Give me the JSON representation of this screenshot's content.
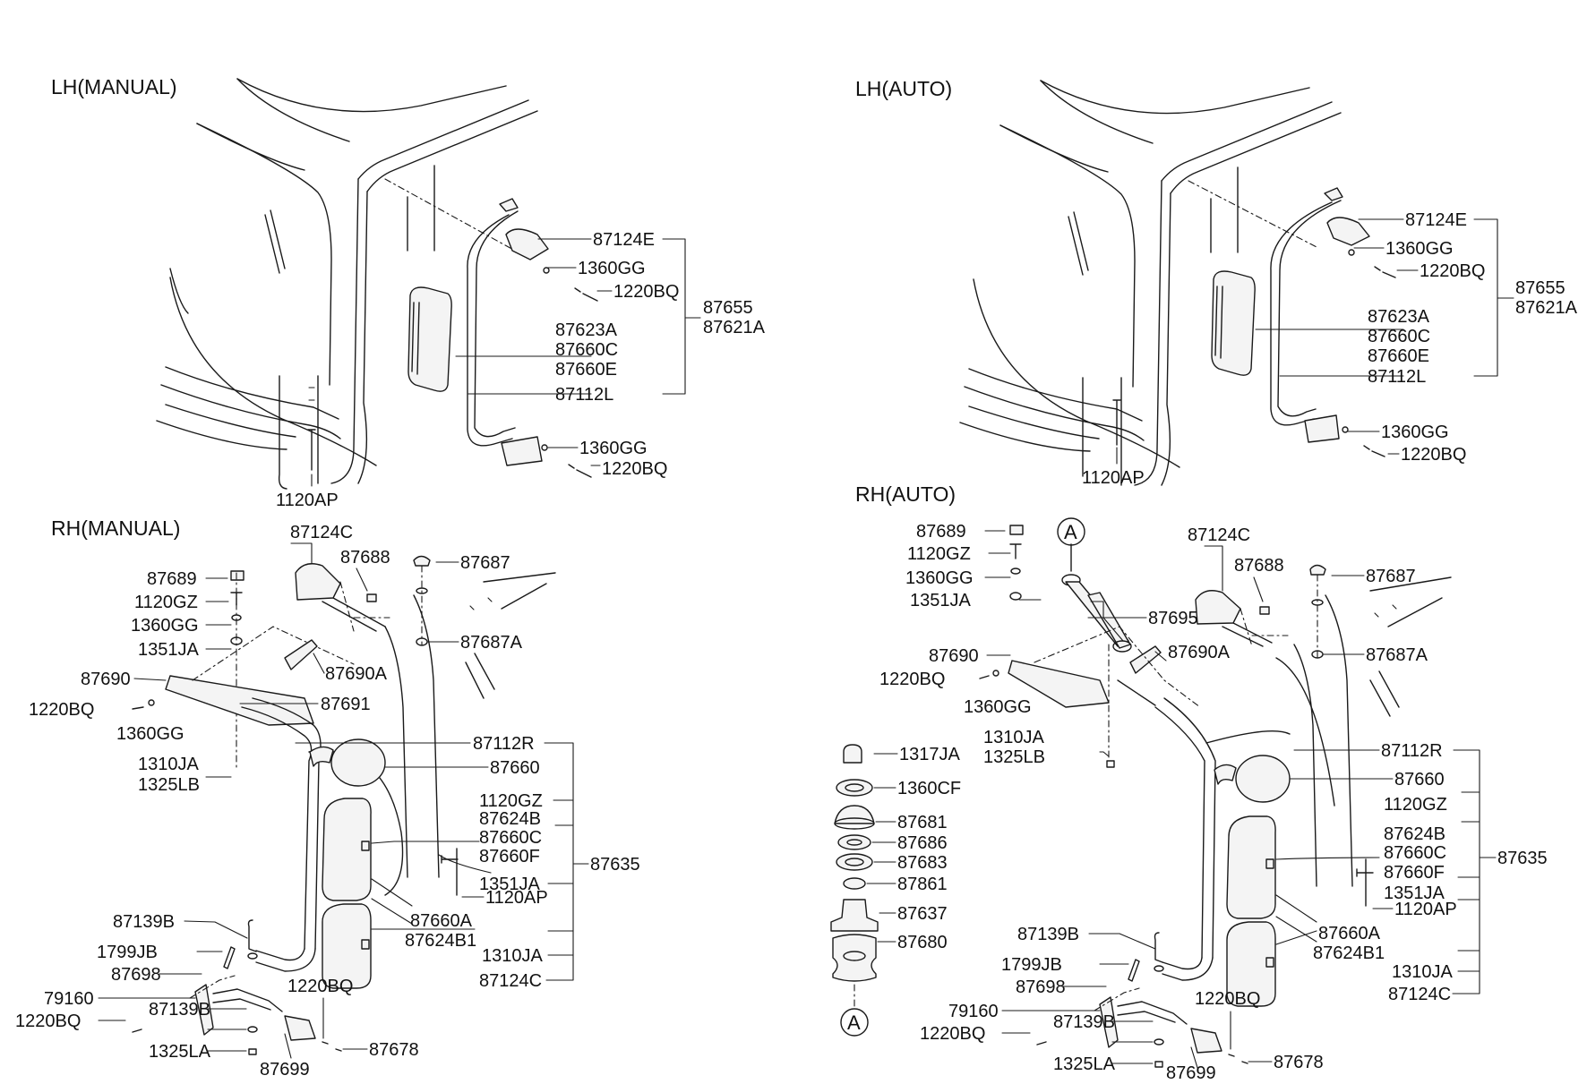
{
  "views": [
    {
      "id": "lh-manual",
      "title": "LH(MANUAL)"
    },
    {
      "id": "lh-auto",
      "title": "LH(AUTO)"
    },
    {
      "id": "rh-manual",
      "title": "RH(MANUAL)"
    },
    {
      "id": "rh-auto",
      "title": "RH(AUTO)"
    }
  ],
  "ref_circle": "A",
  "labels": {
    "lh_manual": [
      "87124E",
      "1360GG",
      "1220BQ",
      "87655",
      "87621A",
      "87623A",
      "87660C",
      "87660E",
      "87112L",
      "1360GG",
      "1220BQ",
      "1120AP"
    ],
    "lh_auto": [
      "87124E",
      "1360GG",
      "1220BQ",
      "87655",
      "87621A",
      "87623A",
      "87660C",
      "87660E",
      "87112L",
      "1360GG",
      "1220BQ",
      "1120AP"
    ],
    "rh_manual": [
      "87124C",
      "87688",
      "87687",
      "87689",
      "1120GZ",
      "1360GG",
      "1351JA",
      "87687A",
      "87690",
      "87690A",
      "1220BQ",
      "87691",
      "1360GG",
      "87112R",
      "1310JA",
      "1325LB",
      "87660",
      "1120GZ",
      "87624B",
      "87660C",
      "87660F",
      "87635",
      "1351JA",
      "1120AP",
      "87660A",
      "87624B1",
      "87139B",
      "1799JB",
      "1310JA",
      "87698",
      "87124C",
      "79160",
      "1220BQ",
      "87139B",
      "1220BQ",
      "1325LA",
      "87678",
      "87699"
    ],
    "rh_auto": [
      "87689",
      "87124C",
      "87688",
      "87687",
      "1120GZ",
      "1360GG",
      "1351JA",
      "87695",
      "87690",
      "87690A",
      "87687A",
      "1220BQ",
      "1360GG",
      "1310JA",
      "1325LB",
      "1317JA",
      "87112R",
      "1360CF",
      "87660",
      "1120GZ",
      "87681",
      "87624B",
      "87660C",
      "87686",
      "87660F",
      "87635",
      "87683",
      "1351JA",
      "87861",
      "1120AP",
      "87637",
      "87660A",
      "87139B",
      "87624B1",
      "87680",
      "1799JB",
      "1310JA",
      "87698",
      "87124C",
      "1220BQ",
      "79160",
      "87139B",
      "1220BQ",
      "1325LA",
      "87678",
      "87699"
    ]
  }
}
